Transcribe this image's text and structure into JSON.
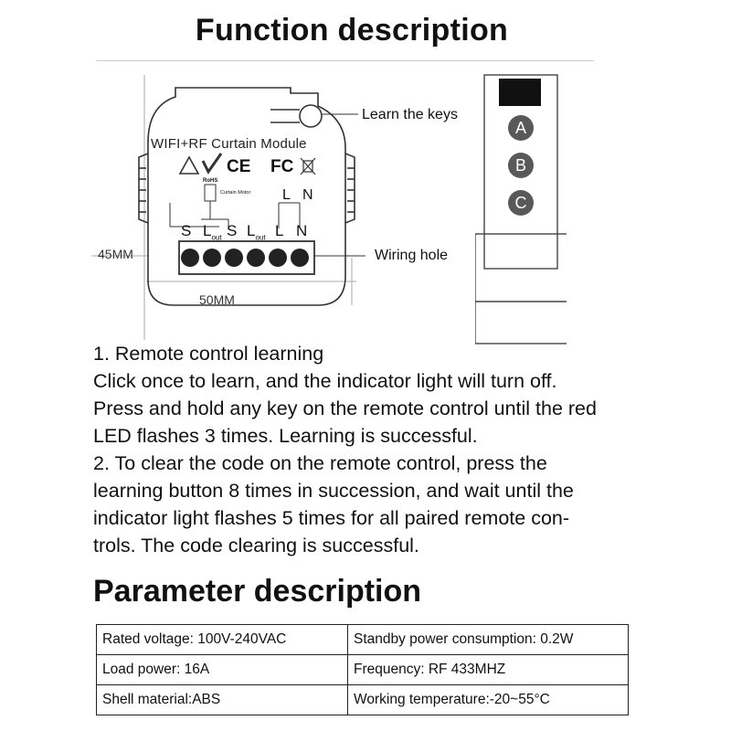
{
  "header": {
    "title": "Function description"
  },
  "module": {
    "name": "WIFI+RF Curtain Module",
    "certifications": [
      "CE",
      "FC",
      "RoHS"
    ],
    "motor_label": "Curtain Motor",
    "top_terminals": [
      "L",
      "N"
    ],
    "terminals": [
      "S",
      "L",
      "S",
      "L",
      "L",
      "N"
    ],
    "terminal_sub": [
      "",
      "out",
      "",
      "out",
      "",
      ""
    ],
    "height_label": "45MM",
    "width_label": "50MM"
  },
  "callouts": {
    "learn": "Learn the keys",
    "wiring": "Wiring hole"
  },
  "remote": {
    "buttons": [
      "A",
      "B",
      "C"
    ]
  },
  "instructions": {
    "lines": [
      "1. Remote control learning",
      "Click once to learn, and the indicator light will turn off.",
      "Press and hold any key on the remote control until the red",
      "LED flashes 3 times. Learning is successful.",
      "2. To clear the code on the remote control, press the",
      "learning button 8 times in succession, and wait until the",
      "indicator light flashes 5 times for all paired remote con-",
      "trols. The code clearing is successful."
    ]
  },
  "parameters": {
    "title": "Parameter description",
    "rows": [
      [
        "Rated voltage: 100V-240VAC",
        "Standby power consumption: 0.2W"
      ],
      [
        "Load power: 16A",
        "Frequency: RF 433MHZ"
      ],
      [
        "Shell material:ABS",
        "Working temperature:-20~55°C"
      ]
    ]
  }
}
